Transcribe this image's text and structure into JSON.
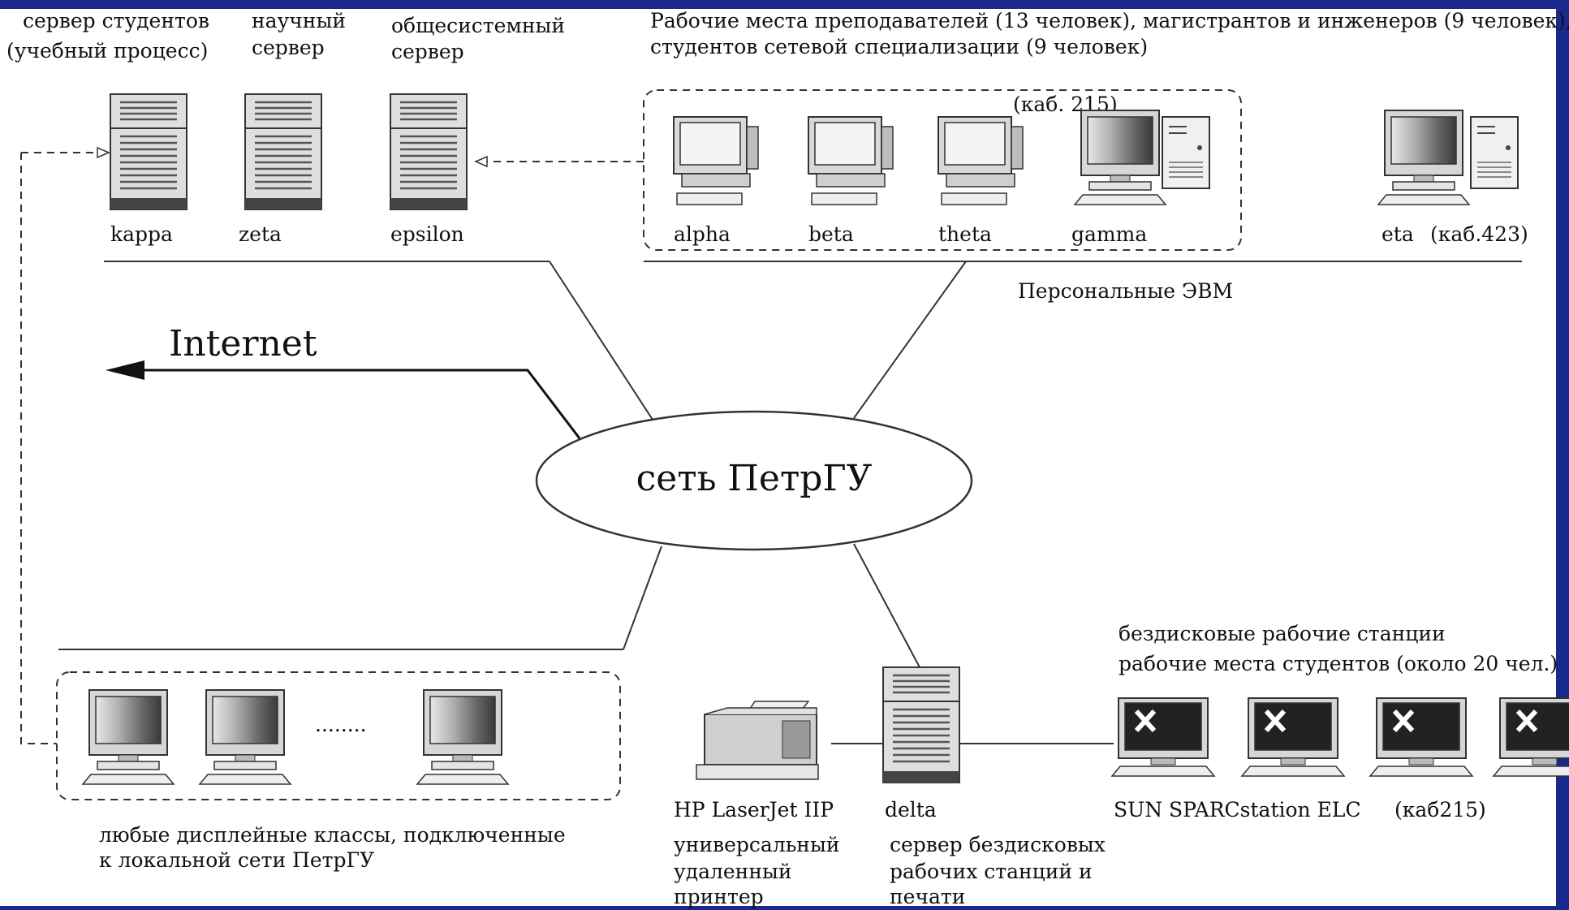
{
  "servers": {
    "kappa": {
      "caption_lines": [
        "сервер студентов",
        "(учебный процесс)"
      ],
      "name": "kappa"
    },
    "zeta": {
      "caption_lines": [
        "научный",
        "сервер"
      ],
      "name": "zeta"
    },
    "epsilon": {
      "caption_lines": [
        "общесистемный",
        "сервер"
      ],
      "name": "epsilon"
    }
  },
  "workstations": {
    "caption_lines": [
      "Рабочие места преподавателей (13 человек), магистрантов и инженеров (9 человек),",
      "студентов сетевой специализации (9 человек)"
    ],
    "room": "(каб. 215)",
    "names": [
      "alpha",
      "beta",
      "theta",
      "gamma"
    ],
    "eta": "eta",
    "eta_room": "(каб.423)",
    "pc_label": "Персональные ЭВМ"
  },
  "internet": "Internet",
  "network": "сеть ПетрГУ",
  "display_classes": {
    "ellipsis": "........",
    "caption_lines": [
      "любые дисплейные классы, подключенные",
      "к локальной сети ПетрГУ"
    ]
  },
  "printer": {
    "name": "HP LaserJet IIP",
    "caption_lines": [
      "универсальный",
      "удаленный",
      "принтер"
    ]
  },
  "delta": {
    "name": "delta",
    "caption_lines": [
      "сервер бездисковых",
      "рабочих станций и",
      "печати"
    ]
  },
  "diskless": {
    "caption_lines": [
      "бездисковые рабочие станции",
      "рабочие места студентов (около 20 чел.)"
    ],
    "name": "SUN SPARCstation ELC",
    "room": "(каб215)"
  }
}
